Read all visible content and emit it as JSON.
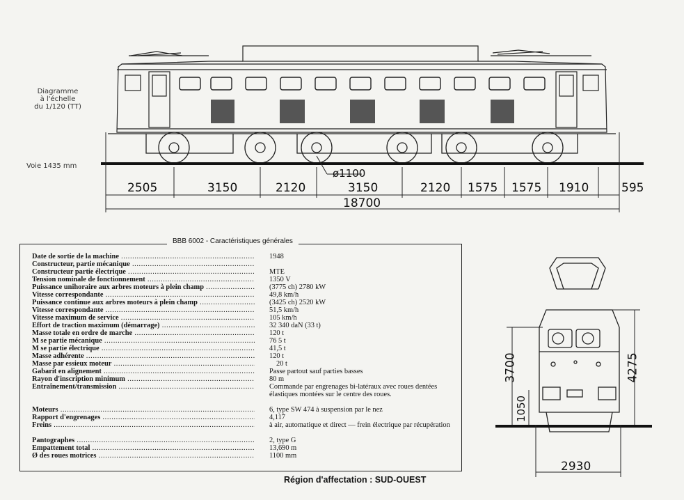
{
  "scale_note": [
    "Diagramme",
    "à l'échelle",
    "du 1/120 (TT)"
  ],
  "track_gauge": "Voie  1435 mm",
  "wheel_diameter": "ø1100",
  "side_dimensions": [
    "2505",
    "3150",
    "2120",
    "3150",
    "2120",
    "1575",
    "1575",
    "1910",
    "595"
  ],
  "overall_length": "18700",
  "table_title": "BBB 6002 - Caractéristiques générales",
  "specs": [
    {
      "label": "Date de sortie de la machine",
      "value": "1948"
    },
    {
      "label": "Constructeur, partie mécanique",
      "value": ""
    },
    {
      "label": "Constructeur partie électrique",
      "value": "MTE"
    },
    {
      "label": "Tension nominale de fonctionnement",
      "value": "1350 V"
    },
    {
      "label": "Puissance unihoraire aux arbres moteurs à plein champ",
      "value": "(3775 ch) 2780 kW"
    },
    {
      "label": "Vitesse correspondante",
      "value": "49,8 km/h"
    },
    {
      "label": "Puissance continue aux arbres moteurs à plein champ",
      "value": "(3425 ch) 2520 kW"
    },
    {
      "label": "Vitesse correspondante",
      "value": "51,5 km/h"
    },
    {
      "label": "Vitesse maximum de service",
      "value": "105 km/h"
    },
    {
      "label": "Effort de traction maximum (démarrage)",
      "value": "32 340 daN (33 t)"
    },
    {
      "label": "Masse totale en ordre de marche",
      "value": "120 t"
    },
    {
      "label": "M se partie mécanique",
      "value": "76 5 t"
    },
    {
      "label": "M se partie électrique",
      "value": "41,5 t"
    },
    {
      "label": "Masse adhérente",
      "value": "120 t"
    },
    {
      "label": "Masse par essieux moteur",
      "value": "20 t"
    },
    {
      "label": "Gabarit en alignement",
      "value": "Passe partout sauf parties basses"
    },
    {
      "label": "Rayon d'inscription minimum",
      "value": "80 m"
    },
    {
      "label": "Entraînement/transmission",
      "value": "Commande par engrenages bi-latéraux avec roues dentées élastiques montées sur le centre des roues."
    },
    {
      "label": "Moteurs",
      "value": "6, type SW 474 à suspension par le nez"
    },
    {
      "label": "Rapport d'engrenages",
      "value": "4,117"
    },
    {
      "label": "Freins",
      "value": "à air, automatique et direct — frein électrique par récupération"
    },
    {
      "label": "Pantographes",
      "value": "2, type G"
    },
    {
      "label": "Empattement total",
      "value": "13,690 m"
    },
    {
      "label": "Ø des roues motrices",
      "value": "1100 mm"
    }
  ],
  "front_dimensions": {
    "height_body": "3700",
    "height_total": "4275",
    "floor": "1050",
    "width": "2930"
  },
  "region": "Région d'affectation : SUD-OUEST"
}
